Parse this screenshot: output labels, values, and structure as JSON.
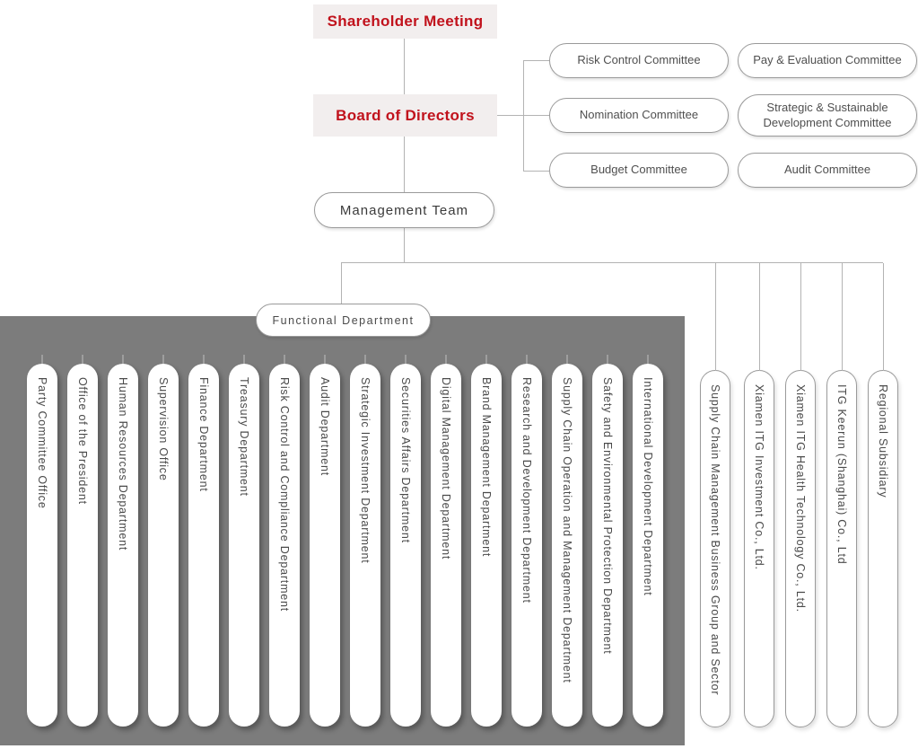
{
  "org": {
    "shareholder_meeting": "Shareholder Meeting",
    "board_of_directors": "Board of Directors",
    "management_team": "Management Team",
    "functional_department": "Functional Department",
    "committees": [
      "Risk Control Committee",
      "Pay & Evaluation Committee",
      "Nomination Committee",
      "Strategic & Sustainable Development Committee",
      "Budget Committee",
      "Audit Committee"
    ],
    "departments": [
      "Party Committee Office",
      "Office of the President",
      "Human Resources Department",
      "Supervision Office",
      "Finance Department",
      "Treasury Department",
      "Risk Control and Compliance Department",
      "Audit Department",
      "Strategic Investment Department",
      "Securities Affairs Department",
      "Digital Management Department",
      "Brand Management Department",
      "Research and Development Department",
      "Supply Chain Operation and Management Department",
      "Safety and Environmental Protection Department",
      "International Development Department"
    ],
    "subsidiaries": [
      "Supply Chain Management Business Group and Sector",
      "Xiamen ITG Investment Co., Ltd.",
      "Xiamen ITG Health Technology Co., Ltd.",
      "ITG Keerun (Shanghai) Co., Ltd",
      "Regional Subsidiary"
    ],
    "colors": {
      "accent_red": "#c1121c",
      "highlight_bg": "#f2eeee",
      "panel_gray": "#7c7c7c",
      "line_gray": "#b3b3b3"
    }
  }
}
